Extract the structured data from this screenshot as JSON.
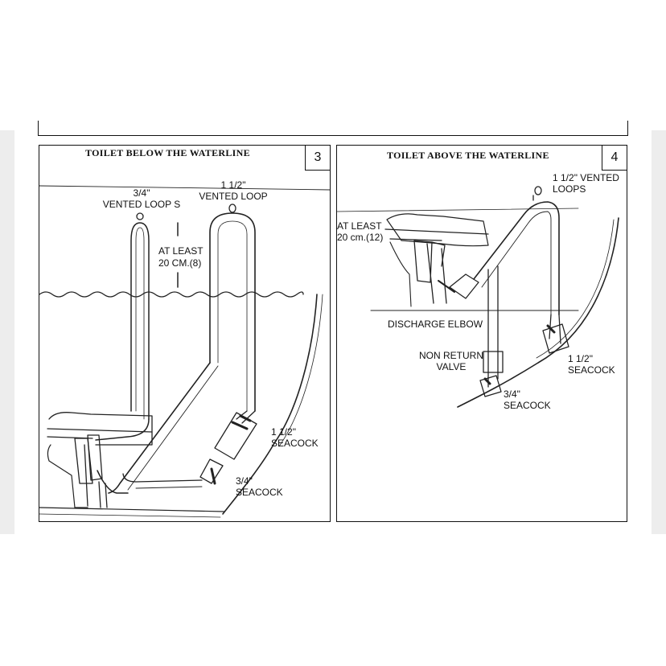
{
  "panel3": {
    "title": "TOILET BELOW THE WATERLINE",
    "number": "3",
    "labels": {
      "vented_loops_size": "3/4\"",
      "vented_loops": "VENTED LOOP S",
      "vented_loop_size": "1 1/2\"",
      "vented_loop": "VENTED LOOP",
      "at_least": "AT LEAST",
      "height": "20 CM.(8)",
      "seacock_large_size": "1 1/2\"",
      "seacock_large": "SEACOCK",
      "seacock_small_size": "3/4\"",
      "seacock_small": "SEACOCK"
    }
  },
  "panel4": {
    "title": "TOILET ABOVE THE WATERLINE",
    "number": "4",
    "labels": {
      "vented_loops_size": "1 1/2\" VENTED",
      "vented_loops": "LOOPS",
      "at_least": "AT LEAST",
      "height": "20 cm.(12)",
      "discharge_elbow": "DISCHARGE ELBOW",
      "non_return": "NON RETURN",
      "valve": "VALVE",
      "seacock_large_size": "1 1/2\"",
      "seacock_large": "SEACOCK",
      "seacock_small_size": "3/4\"",
      "seacock_small": "SEACOCK"
    }
  }
}
